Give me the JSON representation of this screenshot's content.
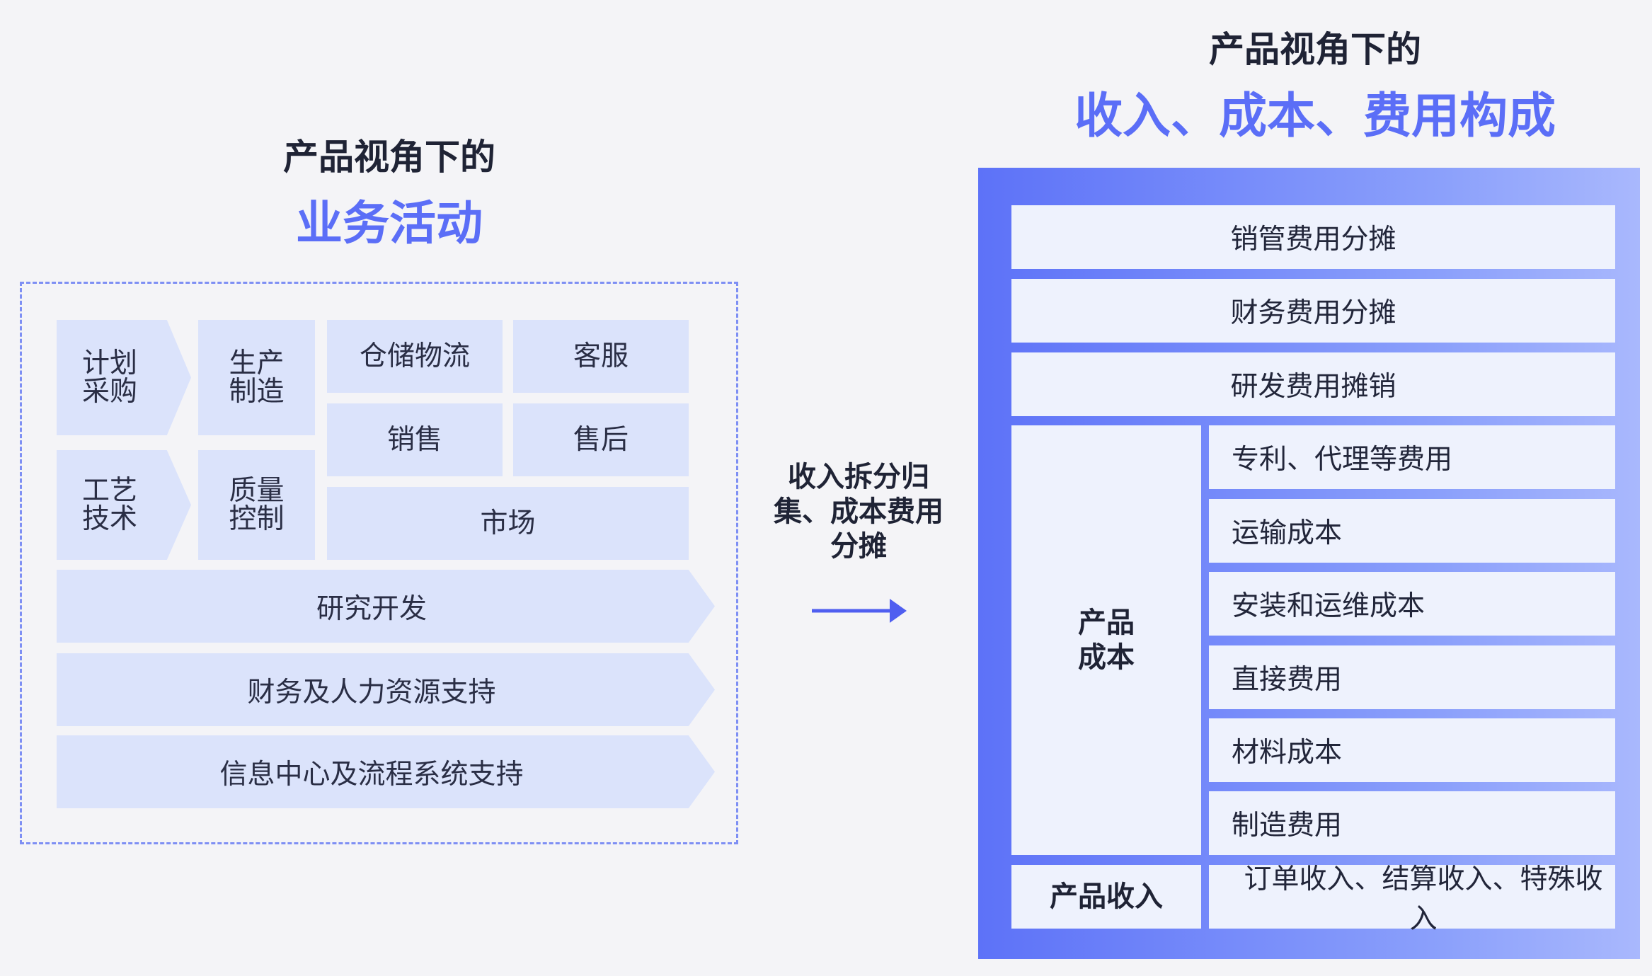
{
  "left": {
    "subtitle": "产品视角下的",
    "title": "业务活动",
    "cells": {
      "plan": [
        "计划",
        "采购"
      ],
      "produce": [
        "生产",
        "制造"
      ],
      "warehouse": "仓储物流",
      "service": "客服",
      "sales": "销售",
      "aftersales": "售后",
      "craft": [
        "工艺",
        "技术"
      ],
      "quality": [
        "质量",
        "控制"
      ],
      "market": "市场",
      "rnd": "研究开发",
      "finance_hr": "财务及人力资源支持",
      "info": "信息中心及流程系统支持"
    }
  },
  "middle": {
    "label_lines": [
      "收入拆分归",
      "集、成本费用",
      "分摊"
    ],
    "arrow_icon": "arrow-right-icon"
  },
  "right": {
    "subtitle": "产品视角下的",
    "title": "收入、成本、费用构成",
    "rows_top": [
      "销管费用分摊",
      "财务费用分摊",
      "研发费用摊销"
    ],
    "product_cost_label": [
      "产品",
      "成本"
    ],
    "product_cost_items": [
      "专利、代理等费用",
      "运输成本",
      "安装和运维成本",
      "直接费用",
      "材料成本",
      "制造费用"
    ],
    "product_revenue_label": "产品收入",
    "product_revenue_value": "订单收入、结算收入、特殊收入"
  },
  "colors": {
    "accent": "#5b6ef7",
    "cell_fill": "#dbe3fb",
    "box_gradient_start": "#5d72f8",
    "box_gradient_end": "#a9b8fd",
    "row_fill": "#eef2fd"
  }
}
